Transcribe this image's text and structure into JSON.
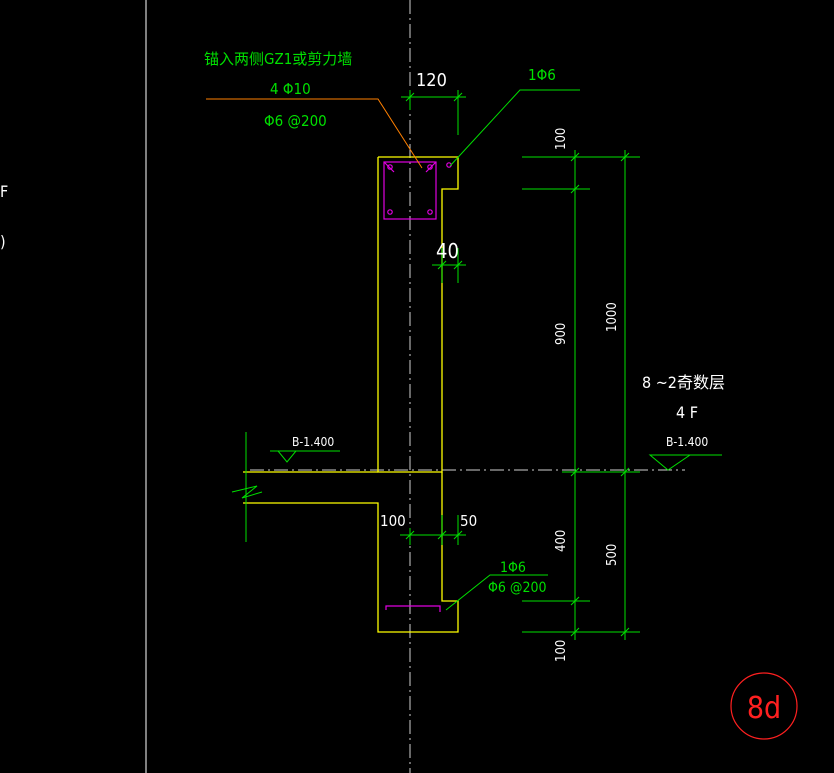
{
  "colors": {
    "background": "#000000",
    "concrete": "#ffff00",
    "rebar": "#e000e0",
    "dimension": "#00e000",
    "text_green": "#00e000",
    "text_white": "#ffffff",
    "leader_orange": "#ff8000",
    "centerline": "#cfcfcf",
    "detail_circle": "#ff2020"
  },
  "left_fragments": {
    "char1": "F",
    "char2": ")"
  },
  "top_note": {
    "line1": "锚入两侧GZ1或剪力墙",
    "line2": "4 Φ10",
    "line3": "Φ6 @200"
  },
  "top_dims": {
    "width_120": "120",
    "tie_1phi6": "1Φ6",
    "step_40": "40"
  },
  "right_dims": {
    "d100_top": "100",
    "d900": "900",
    "d1000": "1000",
    "d400": "400",
    "d500": "500",
    "d100_bottom": "100"
  },
  "floor_note": {
    "line1": "8 ~2奇数层",
    "line2": "4 F"
  },
  "levels": {
    "left": "B-1.400",
    "right": "B-1.400"
  },
  "bottom_dims": {
    "d100": "100",
    "d50": "50"
  },
  "bottom_note": {
    "line1": "1Φ6",
    "line2": "Φ6 @200"
  },
  "detail_tag": "8d"
}
